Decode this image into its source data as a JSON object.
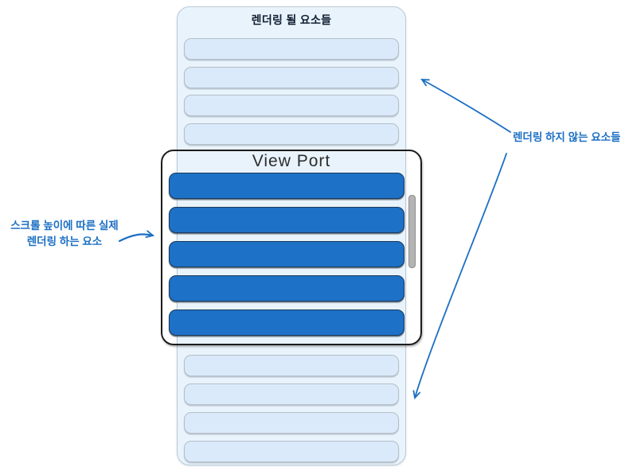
{
  "colors": {
    "container_bg": "#e9f3fc",
    "container_border": "#bccbd6",
    "placeholder_row_bg": "#dbeafa",
    "placeholder_row_border": "#b3bfc9",
    "rendered_row_bg": "#1d71c7",
    "rendered_row_border": "#1d3a5a",
    "viewport_border": "#1c1c1c",
    "scrollbar_thumb": "#b4b4b4",
    "scrollbar_border": "#8e8e8e",
    "annotation_blue": "#1b6fc4",
    "title_text": "#121f33",
    "viewport_title_text": "#2d2d2d"
  },
  "elements_list": {
    "title": "렌더링 될 요소들",
    "top_placeholder_count": 4,
    "bottom_placeholder_count": 4
  },
  "viewport": {
    "title": "View Port",
    "rendered_row_count": 5
  },
  "annotations": {
    "left_label_line1": "스크롤 높이에 따른 실제",
    "left_label_line2": "렌더링 하는 요소",
    "right_label": "렌더링 하지 않는 요소들"
  }
}
